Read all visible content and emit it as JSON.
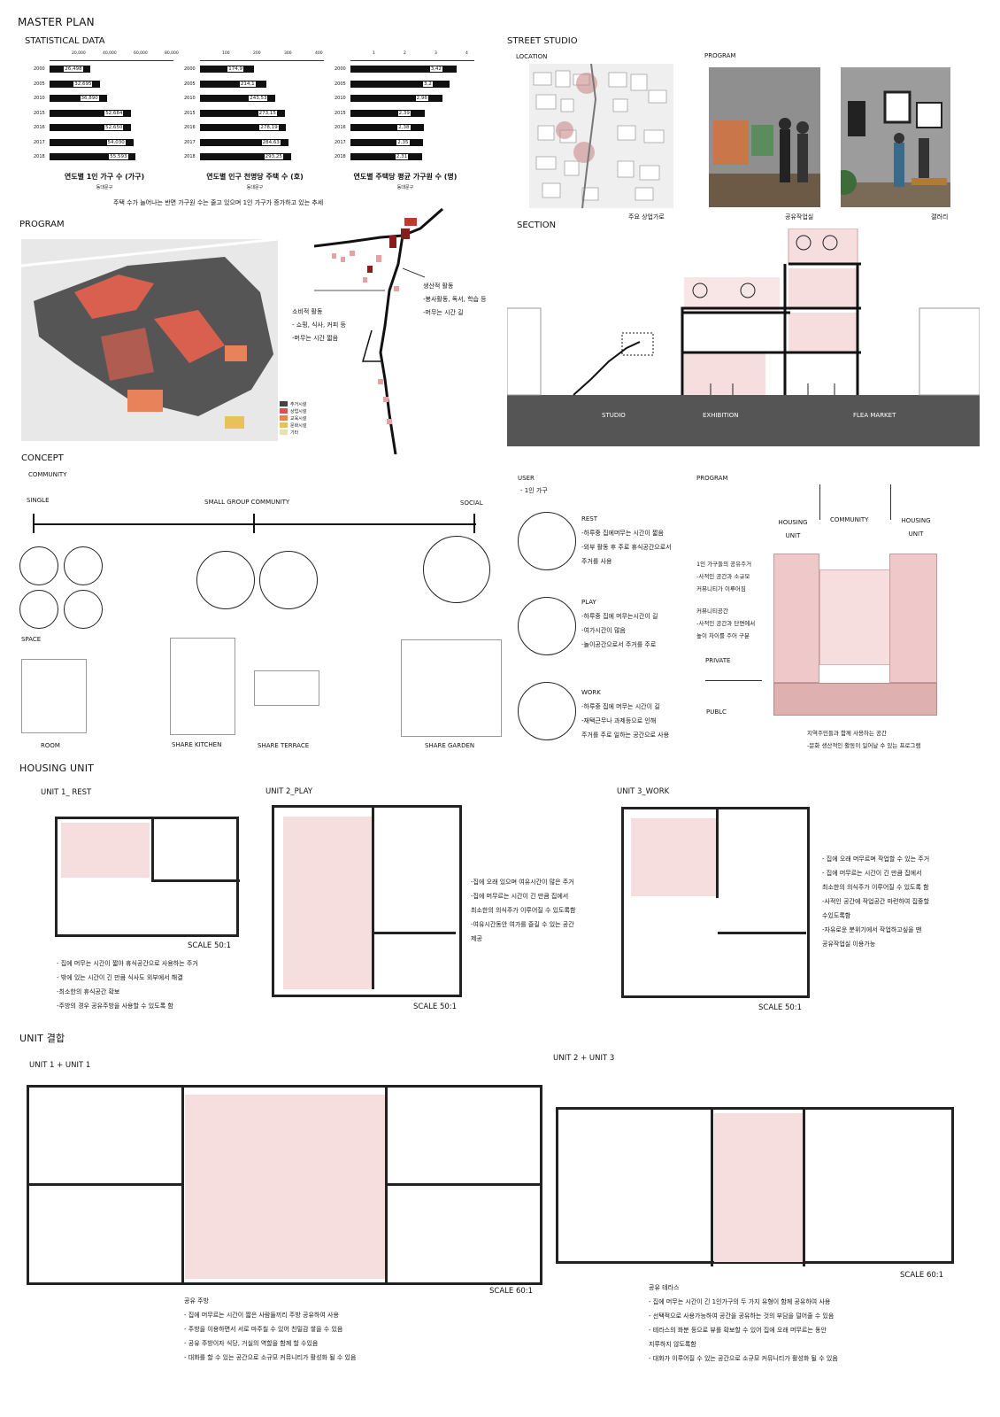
{
  "master_plan": {
    "title": "MASTER PLAN",
    "statistical_data": {
      "title": "STATISTICAL DATA",
      "summary": "주택 수가 늘어나는 반면 가구원 수는 줄고 있으며 1인 가구가 증가하고 있는 추세",
      "charts": [
        {
          "type": "bar",
          "title": "연도별 1인 가구 수 (가구)",
          "subtitle": "동대문구",
          "ticks": [
            "20,000",
            "40,000",
            "60,000",
            "80,000"
          ],
          "xlim": [
            0,
            80000
          ],
          "categories": [
            "2000",
            "2005",
            "2010",
            "2015",
            "2016",
            "2017",
            "2018"
          ],
          "values": [
            26498,
            32695,
            36890,
            52684,
            52650,
            54030,
            55593
          ],
          "labels": [
            "26,498",
            "32,695",
            "36,890",
            "52,684",
            "52,650",
            "54,030",
            "55,593"
          ]
        },
        {
          "type": "bar",
          "title": "연도별 인구 천명당 주택 수 (호)",
          "subtitle": "동대문구",
          "ticks": [
            "100",
            "200",
            "300",
            "400"
          ],
          "xlim": [
            0,
            400
          ],
          "categories": [
            "2000",
            "2005",
            "2010",
            "2015",
            "2016",
            "2017",
            "2018"
          ],
          "values": [
            174.9,
            214.1,
            243.53,
            273.15,
            278.19,
            284.63,
            293.25
          ],
          "labels": [
            "174,9",
            "214,1",
            "243,53",
            "273,15",
            "278,19",
            "284,63",
            "293,25"
          ]
        },
        {
          "type": "bar",
          "title": "연도별 주택당 평균 가구원 수 (명)",
          "subtitle": "동대문구",
          "ticks": [
            "1",
            "2",
            "3",
            "4"
          ],
          "xlim": [
            0,
            4
          ],
          "categories": [
            "2000",
            "2005",
            "2010",
            "2015",
            "2016",
            "2017",
            "2018"
          ],
          "values": [
            3.42,
            3.2,
            2.96,
            2.39,
            2.38,
            2.35,
            2.31
          ],
          "labels": [
            "3,42",
            "3,2",
            "2,96",
            "2,39",
            "2,38",
            "2,35",
            "2,31"
          ]
        }
      ]
    },
    "program": {
      "title": "PROGRAM",
      "legend": [
        "주거시설",
        "상업시설",
        "교육시설",
        "문화시설",
        "기타"
      ],
      "legend_colors": [
        "#444444",
        "#d9534f",
        "#e8825a",
        "#e8c15a",
        "#e9e0b0"
      ],
      "consumption": [
        "소비적 활동",
        "- 쇼핑, 식사, 커피 등",
        "-머무는 시간 짧음"
      ],
      "production": [
        "생산적 활동",
        "-봉사활동, 독서, 학습 등",
        "-머무는 시간 길"
      ]
    }
  },
  "street_studio": {
    "title": "STREET STUDIO",
    "location_title": "LOCATION",
    "location_caption": "주요 상업가로",
    "program_title": "PROGRAM",
    "photo1_caption": "공유작업실",
    "photo2_caption": "갤러리",
    "section_title": "SECTION",
    "section_labels": [
      "STUDIO",
      "EXHIBITION",
      "FLEA MARKET"
    ]
  },
  "concept": {
    "title": "CONCEPT",
    "community_title": "COMMUNITY",
    "scale_labels": [
      "SINGLE",
      "SMALL GROUP COMMUNITY",
      "SOCIAL"
    ],
    "space_title": "SPACE",
    "spaces": [
      "ROOM",
      "SHARE KITCHEN",
      "SHARE TERRACE",
      "SHARE GARDEN"
    ]
  },
  "user": {
    "title": "USER",
    "subtitle": "- 1인 가구",
    "types": [
      {
        "name": "REST",
        "lines": [
          "-하루중 집에머무는 시간이 짧음",
          "-외부 활동 후 주로 휴식공간으로서",
          "주거를 사용"
        ]
      },
      {
        "name": "PLAY",
        "lines": [
          "-하루중 집에 머무는시간이 길",
          "-여가시간이 많음",
          "-놀이공간으로서 주거를 주로"
        ]
      },
      {
        "name": "WORK",
        "lines": [
          "-하루중 집에 머무는 시간이 길",
          "-재택근무나 과제등으로 인해",
          "주거를 주로 일하는 공간으로 사용"
        ]
      }
    ]
  },
  "program_diagram": {
    "title": "PROGRAM",
    "headers": [
      "HOUSING",
      "UNIT",
      "COMMUNITY",
      "HOUSING",
      "UNIT"
    ],
    "note1": [
      "1인 가구들의 공유주거",
      "-사적인 공간과 소규모",
      "커뮤니티가 이루어짐"
    ],
    "note2": [
      "커뮤니티공간",
      "-사적인 공간과 단면에서",
      "높이 차이를 주어 구분"
    ],
    "private_label": "PRIVATE",
    "public_label": "PUBLC",
    "bottom_note": [
      "지역주민들과 함께 사용하는 공간",
      "-문화 생산적인 활동이 일어날 수 있는 프로그램"
    ]
  },
  "housing_unit": {
    "title": "HOUSING UNIT",
    "units": [
      {
        "title": "UNIT 1_ REST",
        "scale": "SCALE 50:1",
        "notes": [
          "- 집에 머무는 시간이 짧아 휴식공간으로 사용하는 주거",
          "- 밖에 있는 시간이 긴 만큼 식사도 외부에서 해결",
          "-최소한의 휴식공간 확보",
          "-주방의 경우 공유주방을 사용할 수 있도록 함"
        ]
      },
      {
        "title": "UNIT 2_PLAY",
        "scale": "SCALE 50:1",
        "notes": [
          "-집에 오래 있으며 여유시간이 많은 주거",
          "-집에 머무르는 시간이 긴 만큼 집에서",
          "최소한의 의식주가 이루어질 수 있도록함",
          "-여유시간동안 여가를 즐길 수 있는 공간",
          "제공"
        ]
      },
      {
        "title": "UNIT 3_WORK",
        "scale": "SCALE 50:1",
        "notes": [
          "- 집에 오래 머무르며 작업할 수 있는 주거",
          "- 집에 머무르는 시간이 긴 만큼 집에서",
          "최소한의 의식주가 이루어질 수 있도록 함",
          "-사적인 공간에 작업공간 마련하여 집중할",
          "수있도록함",
          "-자유로운 분위기에서 작업하고싶을 땐",
          "공유작업실 이용가능"
        ]
      }
    ]
  },
  "unit_combination": {
    "title": "UNIT  결합",
    "combo1": {
      "title": "UNIT 1 + UNIT 1",
      "scale": "SCALE 60:1",
      "notes": [
        "공유 주방",
        "- 집에 머무르는 시간이 짧은 사람들끼리 주방 공유하여 사용",
        "- 주방을 이용하면서 서로 마주칠 수 있어 친밀감 쌓을 수 있음",
        "- 공유 주방이자 식당, 거실의 역할을 함께 할 수있음",
        "- 대화를 할 수 있는 공간으로 소규모 커뮤니티가 활성화 될 수 있음"
      ]
    },
    "combo2": {
      "title": "UNIT 2 + UNIT 3",
      "scale": "SCALE 60:1",
      "notes": [
        "공유 테라스",
        "- 집에 머무는 시간이 긴 1인가구의 두 가지 유형이 함께 공유하여 사용",
        "- 선택적으로 사용가능하여 공간을 공유하는 것의 부담을 덜어줄 수 있음",
        "- 테라스의 화분 등으로 뷰를 확보할 수 있어 집에 오래 머무르는 동안",
        "지루하지 않도록함",
        "- 대화가 이루어질 수 있는 공간으로 소규모 커뮤니티가 활성화 될 수 있음"
      ]
    }
  }
}
